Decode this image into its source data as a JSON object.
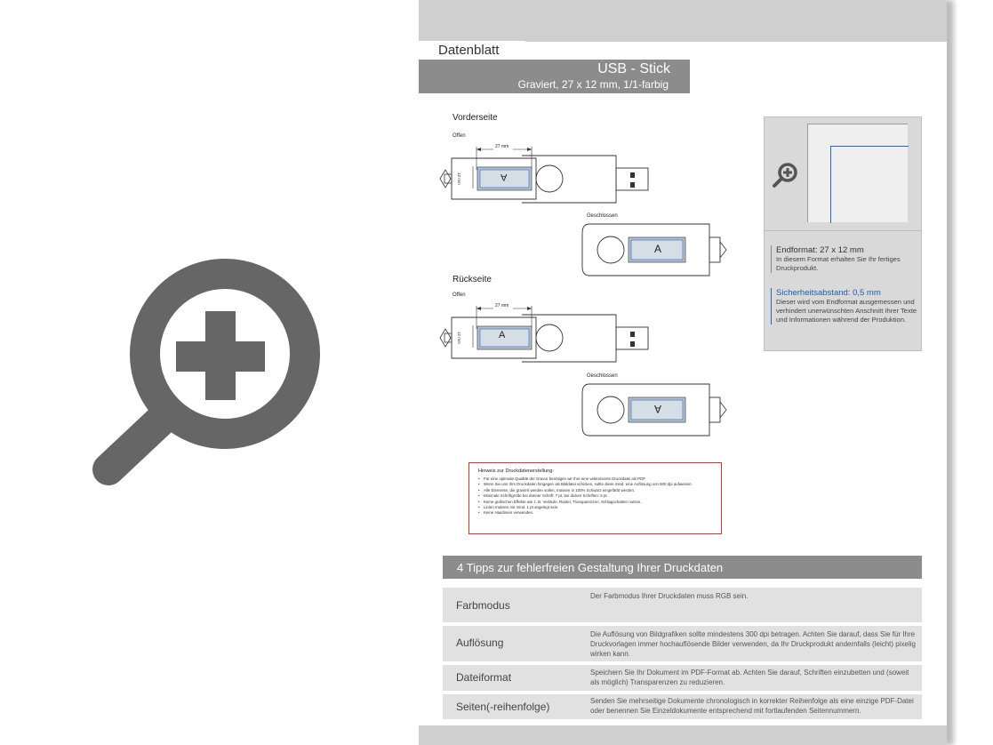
{
  "zoom_button": {
    "icon": "zoom-in-icon",
    "color": "#666666"
  },
  "datasheet": {
    "label": "Datenblatt",
    "title": "USB - Stick",
    "subtitle": "Graviert, 27 x 12 mm, 1/1-farbig",
    "front": {
      "heading": "Vorderseite",
      "open_label": "Offen",
      "closed_label": "Geschlossen",
      "width_dim": "27 mm",
      "height_dim": "12 mm",
      "mark_open": "A",
      "mark_closed": "A"
    },
    "back": {
      "heading": "Rückseite",
      "open_label": "Offen",
      "closed_label": "Geschlossen",
      "width_dim": "27 mm",
      "height_dim": "12 mm",
      "mark_open": "A",
      "mark_closed": "A"
    },
    "format_panel": {
      "end_title": "Endformat: 27 x 12 mm",
      "end_text": "In diesem Format erhalten Sie Ihr fertiges Druckprodukt.",
      "safety_title": "Sicherheitsabstand: 0,5 mm",
      "safety_text": "Dieser wird vom Endformat ausgemessen und verhindert unerwünschten Anschnitt Ihrer Texte und Informationen während der Produktion."
    },
    "hint": {
      "title": "Hinweis zur Druckdatenerstellung:",
      "items": [
        "Für eine optimale Qualität der Gravur benötigen wir Ihre eine vektorisierte Druckdatei als PDF.",
        "Wenn Sie uns Ihre Druckdaten hingegen als Bilddatei schicken, sollte diese mind. eine Auflösung von 600 dpi aufweisen.",
        "Alle Elemente, die graviert werden sollen, müssen in 100% Schwarz eingefärbt werden.",
        "Minimale Schriftgröße bei dünner Schrift: 7 pt, bei dicken Schriften: 6 pt.",
        "Keine grafischen Effekte wie z. B. Verläufe, Raster, Transparenzen, Schlagschatten nutzen.",
        "Linien müssen mit mind. 1 pt angelegt sein.",
        "Keine Haarlinien verwenden."
      ]
    },
    "tips_title": "4 Tipps zur fehlerfreien Gestaltung Ihrer Druckdaten",
    "tips": [
      {
        "name": "Farbmodus",
        "text": "Der Farbmodus Ihrer Druckdaten muss RGB sein."
      },
      {
        "name": "Auflösung",
        "text": "Die Auflösung von Bildgrafiken sollte mindestens 300 dpi betragen. Achten Sie darauf, dass Sie für Ihre Druckvorlagen immer hochauflösende Bilder verwenden, da Ihr Druckprodukt andernfalls (leicht) pixelig wirken kann."
      },
      {
        "name": "Dateiformat",
        "text": "Speichern Sie Ihr Dokument im PDF-Format ab. Achten Sie darauf, Schriften einzubetten und (soweit als möglich) Transparenzen zu reduzieren."
      },
      {
        "name": "Seiten(-reihenfolge)",
        "text": "Senden Sie mehrseitige Dokumente chronologisch in korrekter Reihenfolge als eine einzige PDF-Datei oder benennen Sie Einzeldokumente entsprechend mit fortlaufenden Seitennummern."
      }
    ]
  }
}
